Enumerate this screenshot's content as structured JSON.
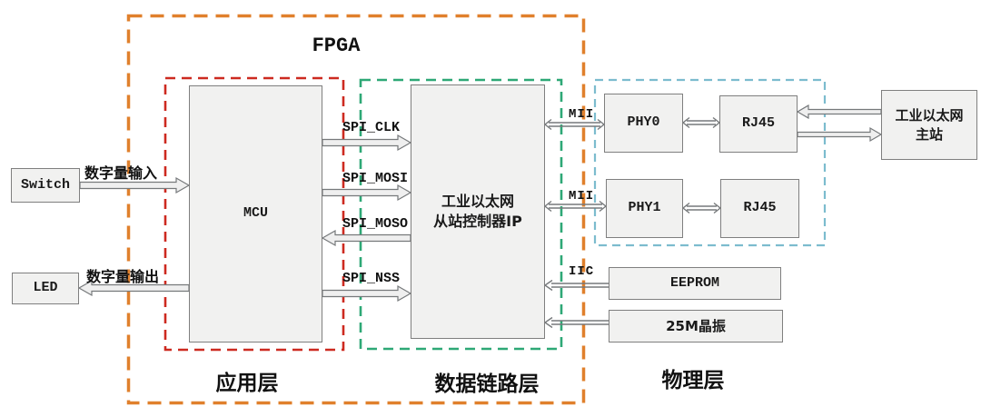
{
  "diagram": {
    "title": "FPGA 工业以太网从站架构图",
    "layers": {
      "fpga": {
        "label": "FPGA",
        "color": "#e0802c"
      },
      "application": {
        "label": "应用层",
        "color": "#cd2a20"
      },
      "datalink": {
        "label": "数据链路层",
        "color": "#2ea876"
      },
      "physical": {
        "label": "物理层",
        "color": "#7cbcce"
      }
    },
    "nodes": {
      "switch": "Switch",
      "led": "LED",
      "mcu": "MCU",
      "ip": "工业以太网\n从站控制器IP",
      "phy0": "PHY0",
      "phy1": "PHY1",
      "rj45_top": "RJ45",
      "rj45_bottom": "RJ45",
      "master": "工业以太网\n主站",
      "eeprom": "EEPROM",
      "crystal": "25M晶振"
    },
    "signals": {
      "digital_input": "数字量输入",
      "digital_output": "数字量输出",
      "spi_clk": "SPI_CLK",
      "spi_mosi": "SPI_MOSI",
      "spi_moso": "SPI_MOSO",
      "spi_nss": "SPI_NSS",
      "mii_top": "MII",
      "mii_bottom": "MII",
      "iic": "IIC"
    },
    "colors": {
      "node_fill": "#f1f1f0",
      "node_border": "#7f7f7f",
      "arrow_fill": "#efefef",
      "arrow_stroke": "#76797b"
    }
  }
}
